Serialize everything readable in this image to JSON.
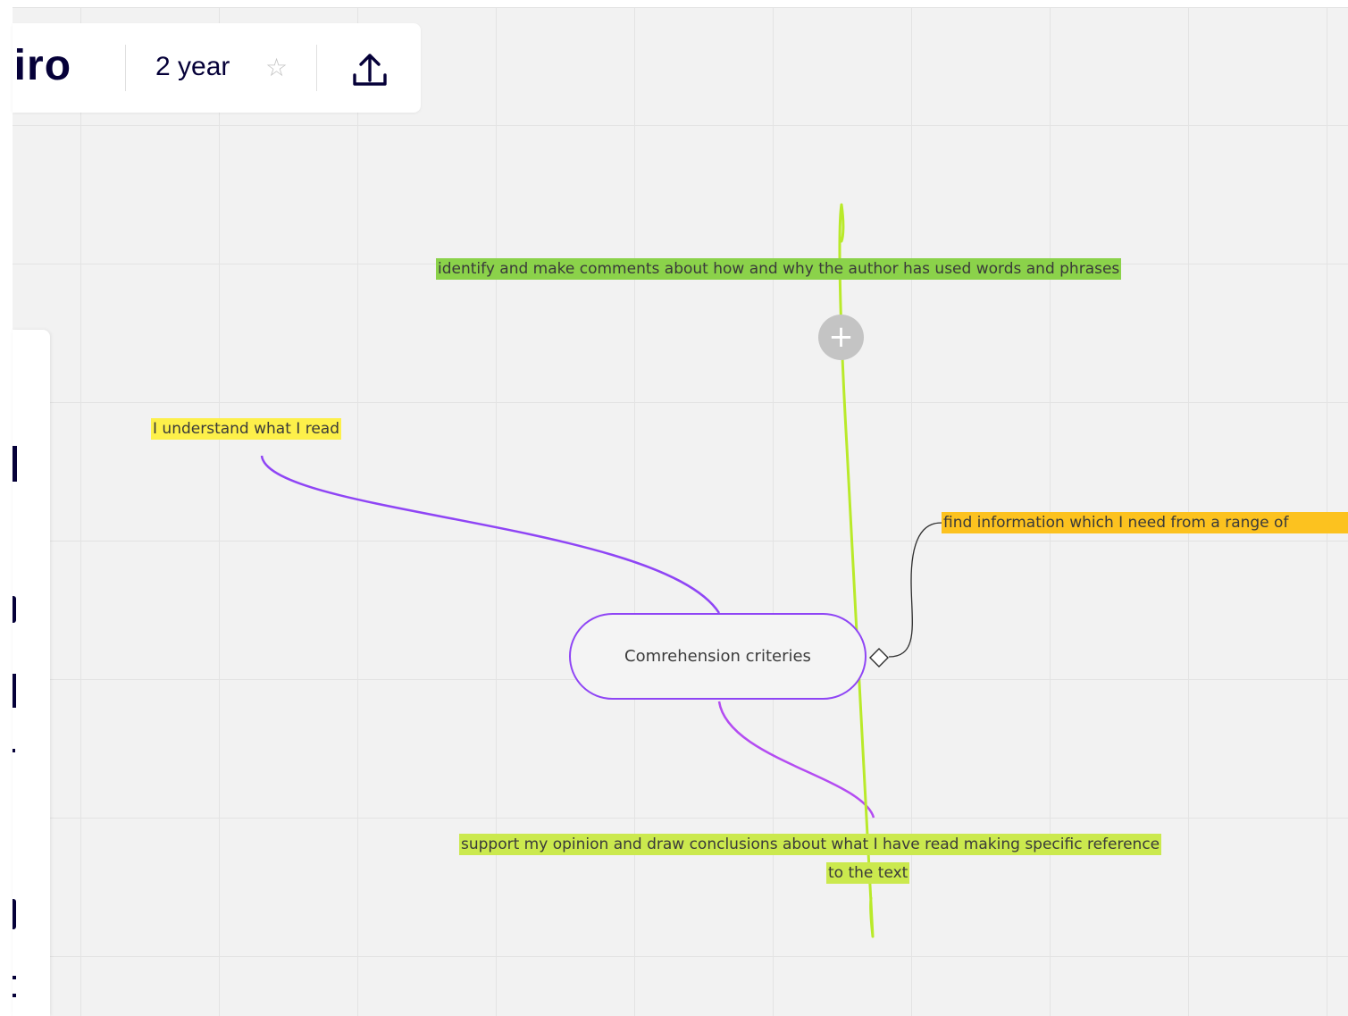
{
  "header": {
    "logo": "miro",
    "board_name": "2 year",
    "star_icon": "star-icon",
    "share_icon": "upload-icon"
  },
  "mindmap": {
    "root": "Comrehension criteries",
    "nodes": {
      "understand": "I understand what I read",
      "identify": "identify and make comments about how and why the author has used words and phrases",
      "find": "find information which I need from a range of",
      "support_line1": "support my opinion and draw conclusions about what I have read making specific reference",
      "support_line2": "to the text"
    }
  },
  "colors": {
    "canvas": "#f2f2f2",
    "branch_purple": "#8f45f5",
    "branch_magenta": "#b44cf2",
    "highlight_lime": "#cbe94e",
    "sticky_yellow": "#fdf04a",
    "sticky_green": "#8bd24a",
    "sticky_orange": "#fcc21f"
  },
  "toolbar": {
    "icons": [
      "tool-icon-1",
      "tool-icon-2",
      "tool-icon-3",
      "tool-icon-4",
      "tool-icon-5",
      "tool-icon-6"
    ]
  }
}
